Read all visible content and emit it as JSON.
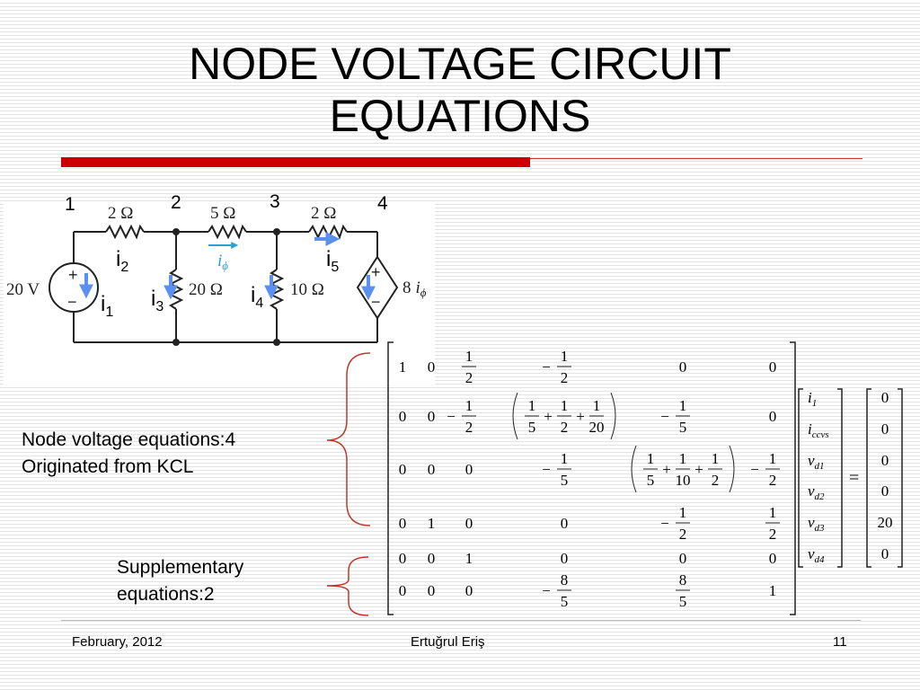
{
  "slide": {
    "title_line1": "NODE VOLTAGE CIRCUIT",
    "title_line2": "EQUATIONS",
    "footer_date": "February, 2012",
    "footer_author": "Ertuğrul Eriş",
    "footer_page": "11"
  },
  "circuit": {
    "node_labels": [
      "1",
      "2",
      "3",
      "4"
    ],
    "resistors": [
      "2 Ω",
      "5 Ω",
      "2 Ω",
      "20 Ω",
      "10 Ω"
    ],
    "source_voltage": "20 V",
    "ccvs_label": "8",
    "ccvs_subscript": "ϕ",
    "iphi_label": "i",
    "iphi_subscript": "ϕ",
    "current_labels": [
      {
        "main": "i",
        "sub": "1"
      },
      {
        "main": "i",
        "sub": "2"
      },
      {
        "main": "i",
        "sub": "3"
      },
      {
        "main": "i",
        "sub": "4"
      },
      {
        "main": "i",
        "sub": "5"
      }
    ],
    "plus": "+",
    "minus": "−"
  },
  "notes": {
    "kcl_line1": "Node voltage equations:4",
    "kcl_line2": "Originated from KCL",
    "supp_line1": "Supplementary",
    "supp_line2": "equations:2"
  },
  "matrix": {
    "rows": [
      [
        {
          "t": "1"
        },
        {
          "t": "0"
        },
        {
          "num": "1",
          "den": "2"
        },
        {
          "neg": true,
          "num": "1",
          "den": "2"
        },
        {
          "t": "0"
        },
        {
          "t": "0"
        }
      ],
      [
        {
          "t": "0"
        },
        {
          "t": "0"
        },
        {
          "neg": true,
          "num": "1",
          "den": "2"
        },
        {
          "sum": [
            {
              "num": "1",
              "den": "5"
            },
            {
              "num": "1",
              "den": "2"
            },
            {
              "num": "1",
              "den": "20"
            }
          ]
        },
        {
          "neg": true,
          "num": "1",
          "den": "5"
        },
        {
          "t": "0"
        }
      ],
      [
        {
          "t": "0"
        },
        {
          "t": "0"
        },
        {
          "t": "0"
        },
        {
          "neg": true,
          "num": "1",
          "den": "5"
        },
        {
          "sum": [
            {
              "num": "1",
              "den": "5"
            },
            {
              "num": "1",
              "den": "10"
            },
            {
              "num": "1",
              "den": "2"
            }
          ]
        },
        {
          "neg": true,
          "num": "1",
          "den": "2"
        }
      ],
      [
        {
          "t": "0"
        },
        {
          "t": "1"
        },
        {
          "t": "0"
        },
        {
          "t": "0"
        },
        {
          "neg": true,
          "num": "1",
          "den": "2"
        },
        {
          "num": "1",
          "den": "2"
        }
      ],
      [
        {
          "t": "0"
        },
        {
          "t": "0"
        },
        {
          "t": "1"
        },
        {
          "t": "0"
        },
        {
          "t": "0"
        },
        {
          "t": "0"
        }
      ],
      [
        {
          "t": "0"
        },
        {
          "t": "0"
        },
        {
          "t": "0"
        },
        {
          "neg": true,
          "num": "8",
          "den": "5"
        },
        {
          "num": "8",
          "den": "5"
        },
        {
          "t": "1"
        }
      ]
    ],
    "unknowns": [
      {
        "main": "i",
        "sub": "1"
      },
      {
        "main": "i",
        "sub": "ccvs"
      },
      {
        "main": "v",
        "sub": "d1"
      },
      {
        "main": "v",
        "sub": "d2"
      },
      {
        "main": "v",
        "sub": "d3"
      },
      {
        "main": "v",
        "sub": "d4"
      }
    ],
    "equals": "=",
    "rhs": [
      "0",
      "0",
      "0",
      "0",
      "20",
      "0"
    ]
  },
  "colors": {
    "accent_red": "#cc0000",
    "arrow_blue": "#5b8ff0",
    "arrow_cyan": "#29a3d6"
  }
}
